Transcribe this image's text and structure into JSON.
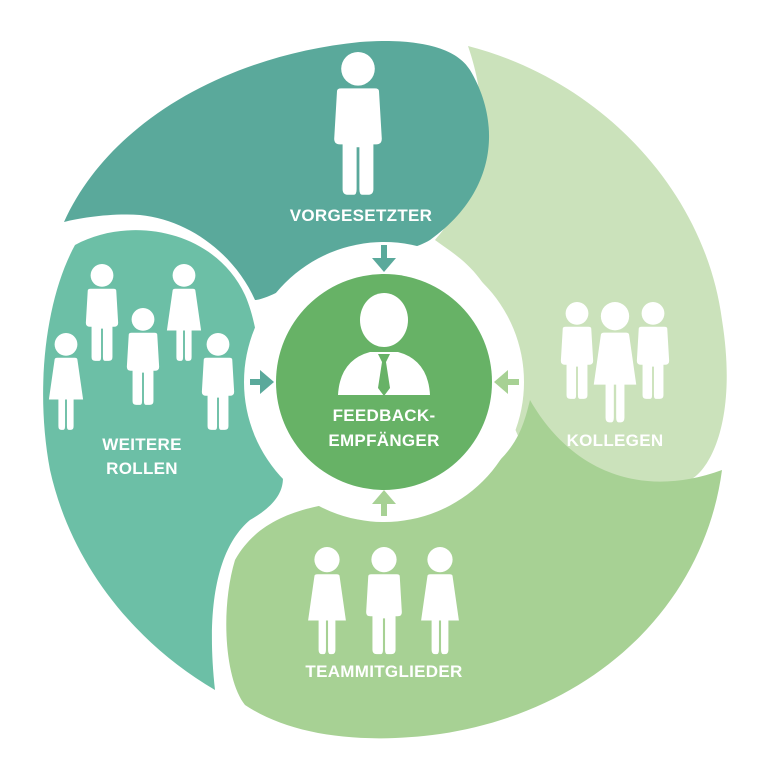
{
  "colors": {
    "vorgesetzter": "#5aa99b",
    "weitere_rollen": "#6cbfa6",
    "kollegen": "#cbe2bb",
    "teammitglieder": "#a7d194",
    "center": "#67b266",
    "arrow": "#5aa99b",
    "arrow_light": "#a7d194",
    "icon": "#ffffff"
  },
  "icons": {
    "vorgesetzter": "person-icon",
    "weitere_rollen": "group-of-five-icon",
    "kollegen": "group-of-three-icon",
    "teammitglieder": "group-of-three-icon",
    "center": "businessperson-icon"
  },
  "center": {
    "line1": "FEEDBACK-",
    "line2": "EMPFÄNGER"
  },
  "segments": {
    "vorgesetzter": {
      "label": "VORGESETZTER"
    },
    "weitere_rollen": {
      "line1": "WEITERE",
      "line2": "ROLLEN"
    },
    "kollegen": {
      "label": "KOLLEGEN"
    },
    "teammitglieder": {
      "label": "TEAMMITGLIEDER"
    }
  }
}
